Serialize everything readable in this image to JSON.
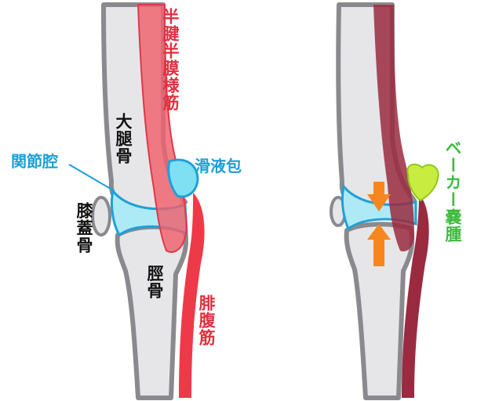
{
  "labels": {
    "semi_muscles": "半腱半膜様筋",
    "femur": "大腿骨",
    "joint_cavity": "関節腔",
    "bursa": "滑液包",
    "patella": "膝蓋骨",
    "tibia": "脛骨",
    "gastrocnemius": "腓腹筋",
    "baker_cyst": "ベーカー嚢腫"
  },
  "colors": {
    "muscle_normal": "#f0606c",
    "muscle_dark": "#9a2a40",
    "fluid_blue": "#1fa0d8",
    "fluid_fill": "#aeeaf6",
    "bone_fill": "#e6e6e8",
    "bone_outline": "#8a8a8e",
    "cyst_green": "#c8ec40",
    "arrow_orange": "#f7861e"
  },
  "icons": [
    "compression-arrow-down-icon",
    "compression-arrow-up-icon"
  ]
}
